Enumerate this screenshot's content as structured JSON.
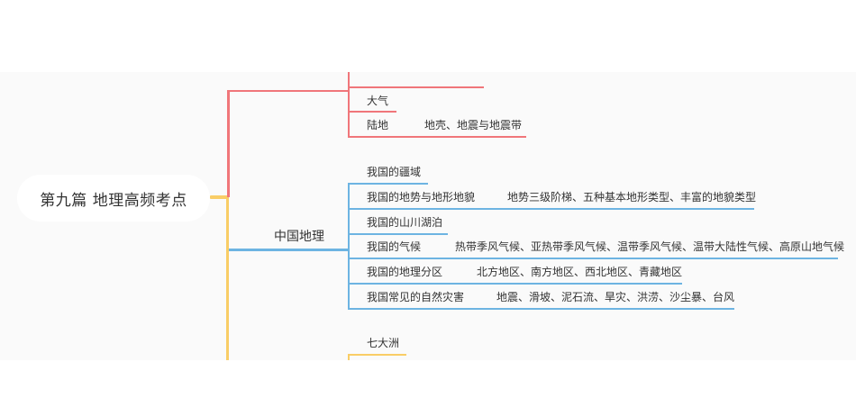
{
  "root": {
    "label": "第九篇  地理高频考点"
  },
  "colors": {
    "red": "#f0767a",
    "blue": "#6db4e2",
    "yellow": "#f9cd66",
    "background": "#fafafa",
    "text": "#333333"
  },
  "branches": {
    "top": {
      "color": "red",
      "children": [
        {
          "label": ""
        },
        {
          "label": "大气"
        },
        {
          "label": "陆地",
          "detail": "地壳、地震与地震带"
        }
      ]
    },
    "china": {
      "label": "中国地理",
      "color": "blue",
      "children": [
        {
          "label": "我国的疆域"
        },
        {
          "label": "我国的地势与地形地貌",
          "detail": "地势三级阶梯、五种基本地形类型、丰富的地貌类型"
        },
        {
          "label": "我国的山川湖泊"
        },
        {
          "label": "我国的气候",
          "detail": "热带季风气候、亚热带季风气候、温带季风气候、温带大陆性气候、高原山地气候"
        },
        {
          "label": "我国的地理分区",
          "detail": "北方地区、南方地区、西北地区、青藏地区"
        },
        {
          "label": "我国常见的自然灾害",
          "detail": "地震、滑坡、泥石流、旱灾、洪涝、沙尘暴、台风"
        }
      ]
    },
    "world": {
      "color": "yellow",
      "children": [
        {
          "label": "七大洲"
        }
      ]
    }
  }
}
